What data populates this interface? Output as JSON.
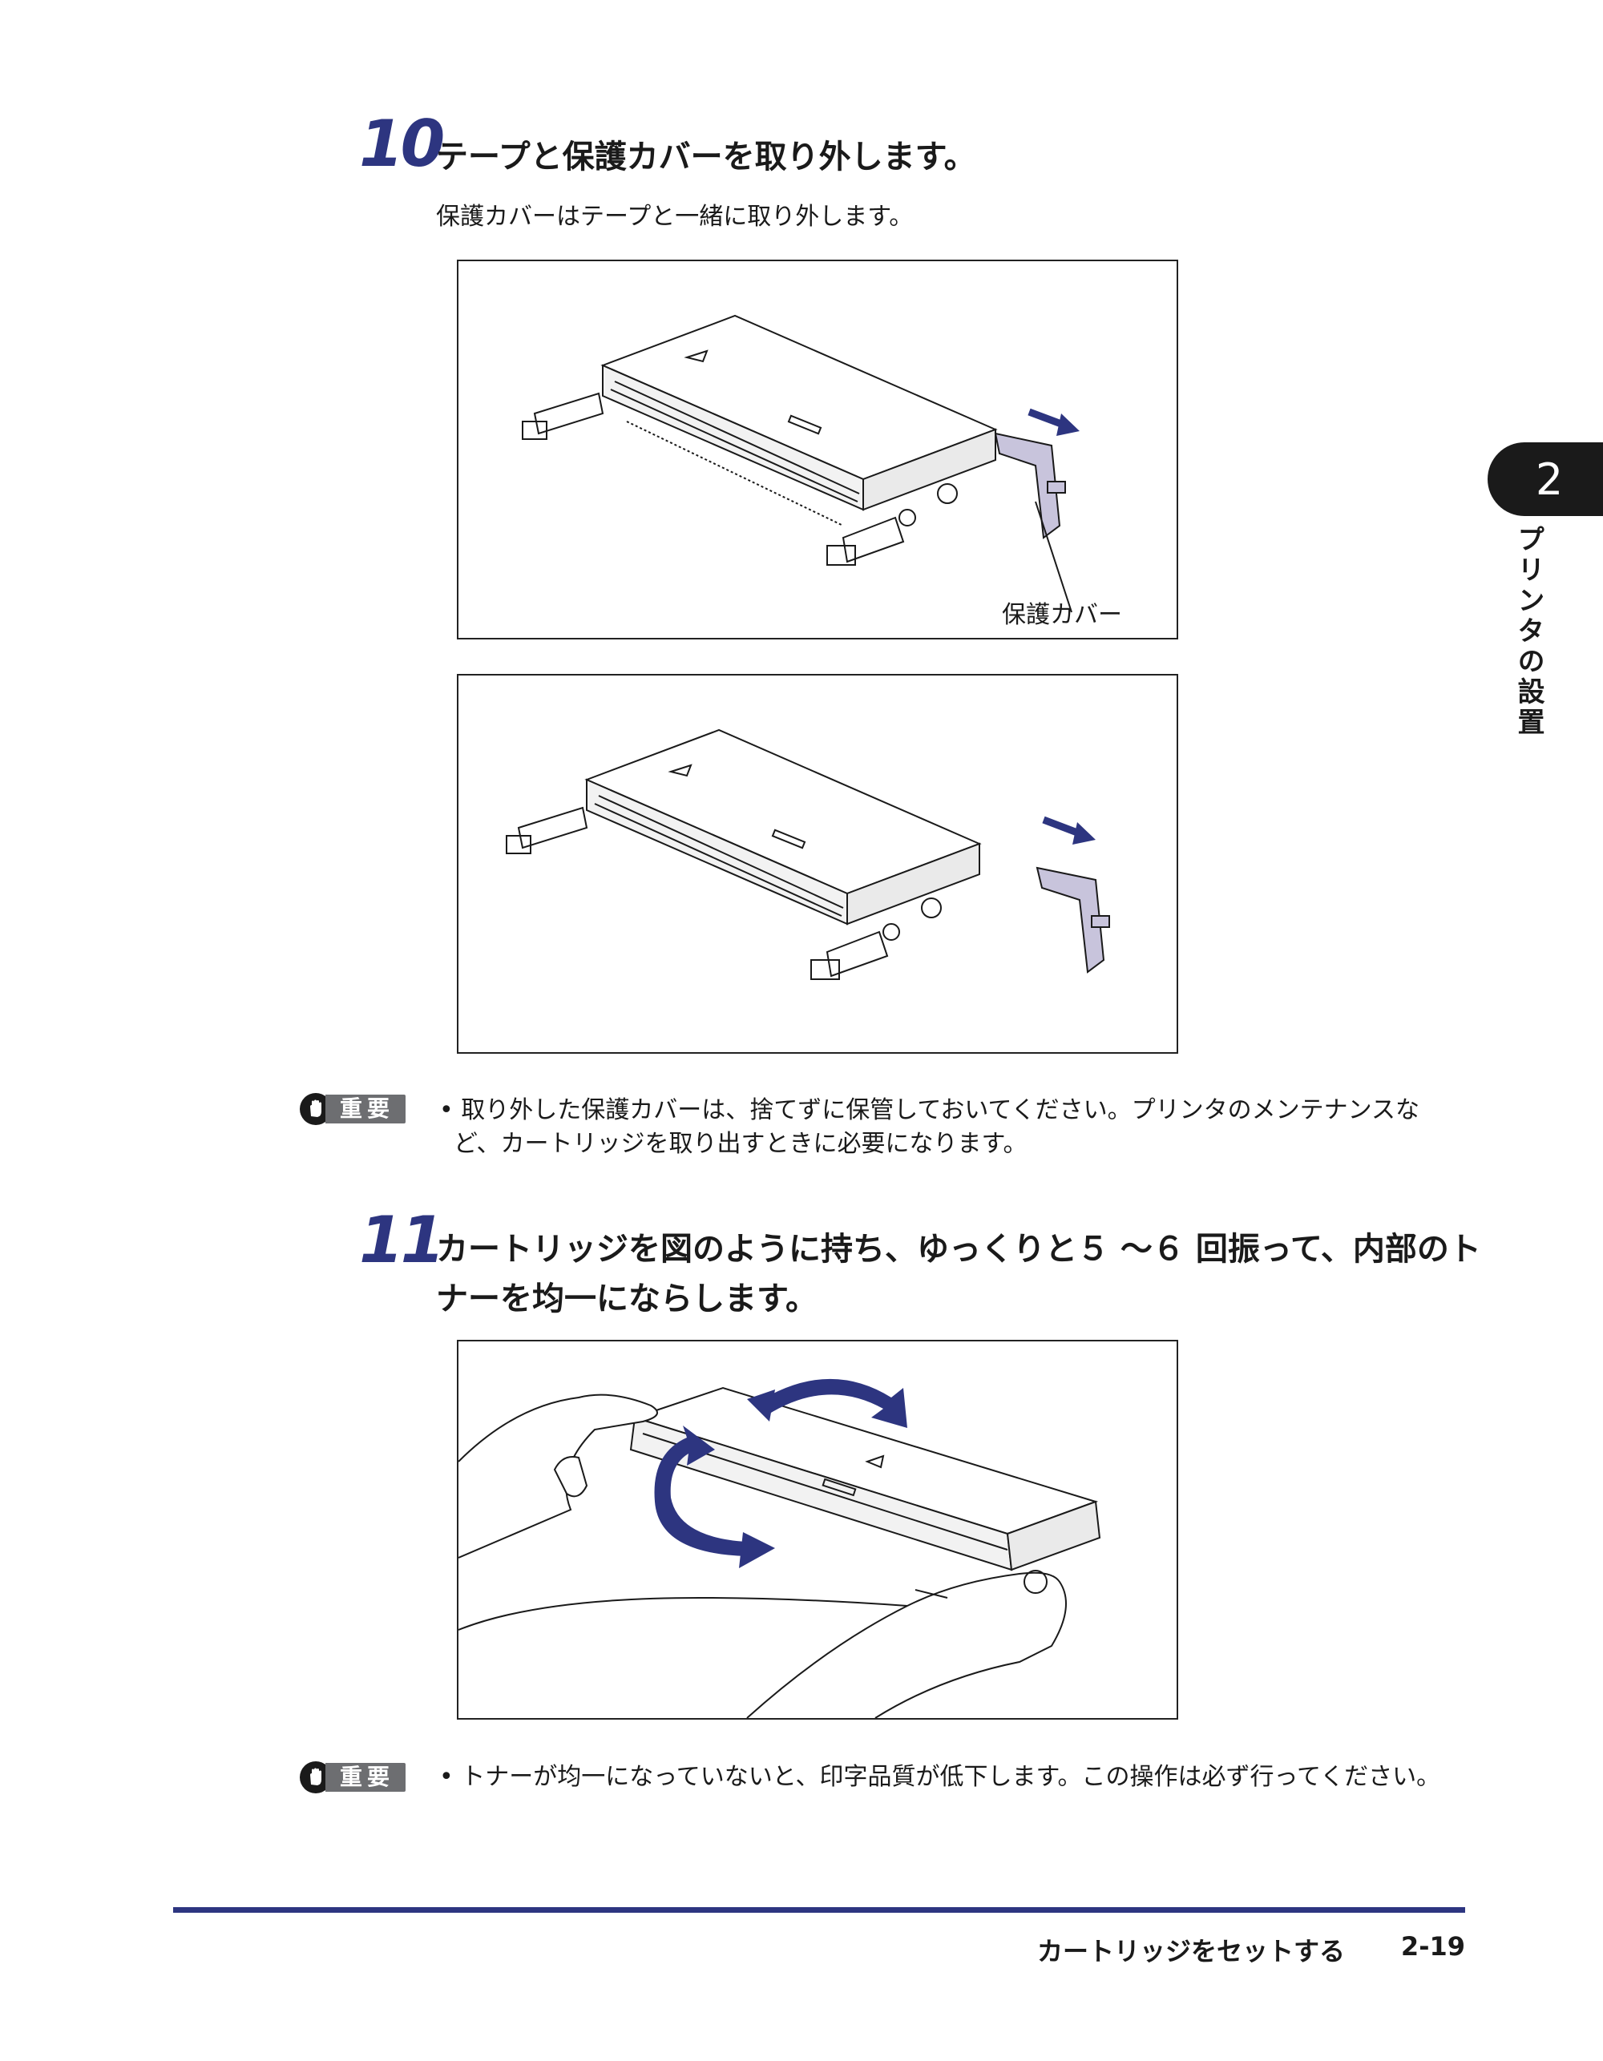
{
  "steps": [
    {
      "number": "10",
      "title_line1": "テープと保護カバーを取り外します。",
      "description": "保護カバーはテープと一緒に取り外します。",
      "figure1_label": "保護カバー",
      "note_label": "重要",
      "note_text_line1": "• 取り外した保護カバーは、捨てずに保管しておいてください。プリンタのメンテナンスな",
      "note_text_line2": "ど、カートリッジを取り出すときに必要になります。"
    },
    {
      "number": "11",
      "title_line1": "カートリッジを図のように持ち、ゆっくりと５ ～６ 回振って、内部のト",
      "title_line2": "ナーを均一にならします。",
      "note_label": "重要",
      "note_text": "• トナーが均一になっていないと、印字品質が低下します。この操作は必ず行ってください。"
    }
  ],
  "chapter": {
    "number": "2",
    "title": "プリンタの設置"
  },
  "footer": {
    "section": "カートリッジをセットする",
    "page": "2-19"
  },
  "colors": {
    "accent": "#2d3580",
    "note_badge": "#6d6e71",
    "arrow": "#2d3580",
    "cover": "#c8c4dc"
  }
}
